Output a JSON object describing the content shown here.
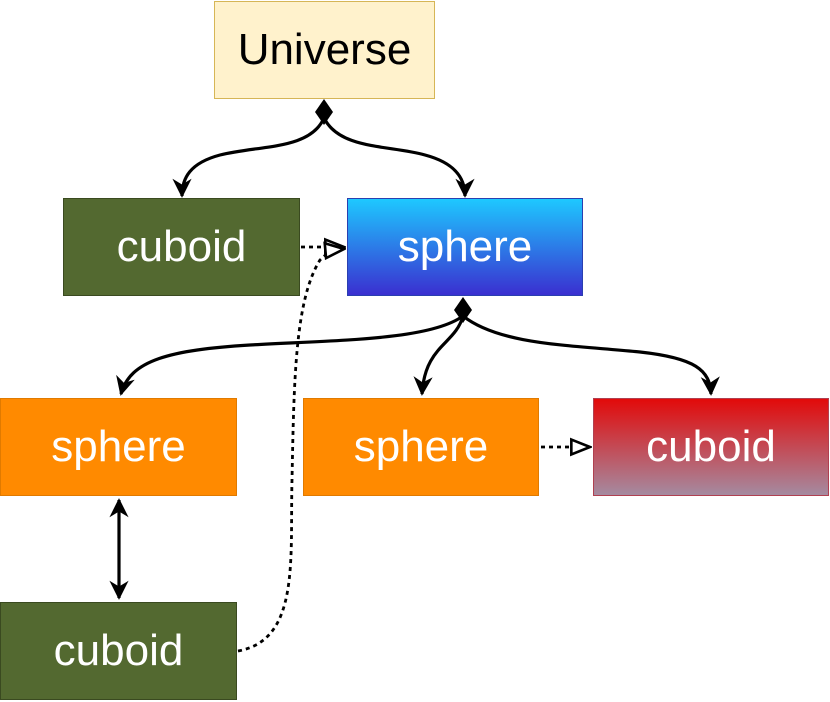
{
  "nodes": {
    "universe": {
      "label": "Universe"
    },
    "cuboid_top": {
      "label": "cuboid"
    },
    "sphere_top": {
      "label": "sphere"
    },
    "sphere_left": {
      "label": "sphere"
    },
    "sphere_mid": {
      "label": "sphere"
    },
    "cuboid_right": {
      "label": "cuboid"
    },
    "cuboid_bottom": {
      "label": "cuboid"
    }
  },
  "colors": {
    "universe_fill": "#fff2cc",
    "olive_fill": "#536930",
    "blue_gradient_top": "#1ec8ff",
    "blue_gradient_bottom": "#3a2fd0",
    "orange_fill": "#ff8a00",
    "red_gradient_top": "#e20a0a",
    "red_gradient_bottom": "#a58aa0",
    "edge_color": "#000000"
  },
  "edges": [
    {
      "from": "universe",
      "to": "cuboid_top",
      "style": "solid",
      "start": "diamond",
      "end": "arrow"
    },
    {
      "from": "universe",
      "to": "sphere_top",
      "style": "solid",
      "start": "diamond",
      "end": "arrow"
    },
    {
      "from": "cuboid_top",
      "to": "sphere_top",
      "style": "dotted",
      "end": "open-arrow"
    },
    {
      "from": "sphere_top",
      "to": "sphere_left",
      "style": "solid",
      "start": "diamond",
      "end": "arrow"
    },
    {
      "from": "sphere_top",
      "to": "sphere_mid",
      "style": "solid",
      "start": "diamond",
      "end": "arrow"
    },
    {
      "from": "sphere_top",
      "to": "cuboid_right",
      "style": "solid",
      "start": "diamond",
      "end": "arrow"
    },
    {
      "from": "sphere_mid",
      "to": "cuboid_right",
      "style": "dotted",
      "end": "open-arrow"
    },
    {
      "from": "sphere_left",
      "to": "cuboid_bottom",
      "style": "solid",
      "start": "arrow",
      "end": "arrow"
    },
    {
      "from": "cuboid_bottom",
      "to": "sphere_top",
      "style": "dotted",
      "end": "open-arrow"
    }
  ]
}
